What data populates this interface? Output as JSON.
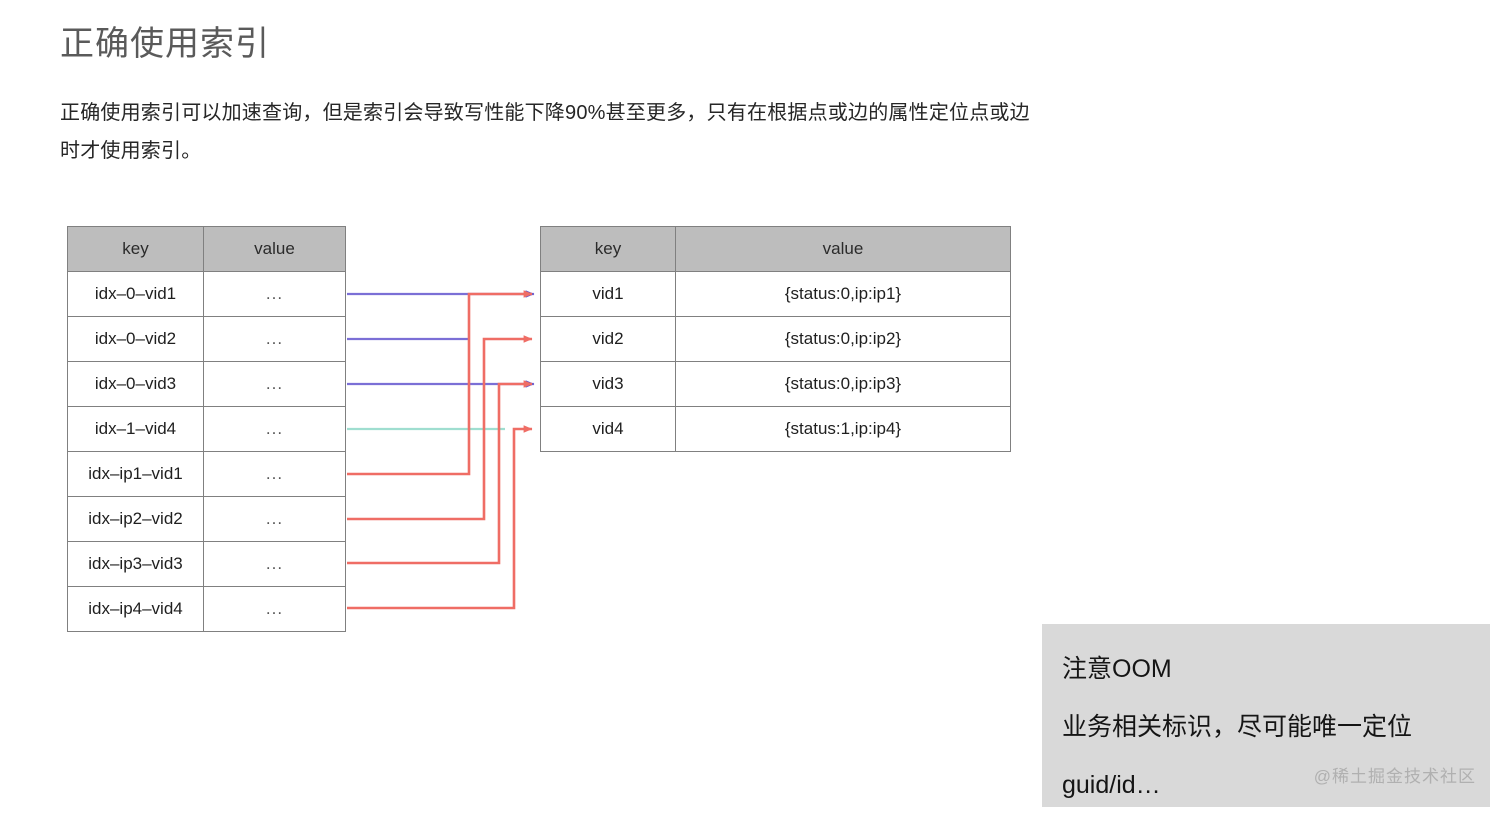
{
  "slide": {
    "title": "正确使用索引",
    "paragraph": "正确使用索引可以加速查询，但是索引会导致写性能下降90%甚至更多，只有在根据点或边的属性定位点或边时才使用索引。"
  },
  "index_table": {
    "name": "index-table",
    "headers": [
      "key",
      "value"
    ],
    "rows": [
      {
        "key": "idx–0–vid1",
        "value": "..."
      },
      {
        "key": "idx–0–vid2",
        "value": "..."
      },
      {
        "key": "idx–0–vid3",
        "value": "..."
      },
      {
        "key": "idx–1–vid4",
        "value": "..."
      },
      {
        "key": "idx–ip1–vid1",
        "value": "..."
      },
      {
        "key": "idx–ip2–vid2",
        "value": "..."
      },
      {
        "key": "idx–ip3–vid3",
        "value": "..."
      },
      {
        "key": "idx–ip4–vid4",
        "value": "..."
      }
    ]
  },
  "vertex_table": {
    "name": "vertex-table",
    "headers": [
      "key",
      "value"
    ],
    "rows": [
      {
        "key": "vid1",
        "value": "{status:0,ip:ip1}"
      },
      {
        "key": "vid2",
        "value": "{status:0,ip:ip2}"
      },
      {
        "key": "vid3",
        "value": "{status:0,ip:ip3}"
      },
      {
        "key": "vid4",
        "value": "{status:1,ip:ip4}"
      }
    ]
  },
  "connectors": {
    "tag_lines": [
      {
        "from": "idx–0–vid1",
        "to": "vid1",
        "color": "#7b6fd6"
      },
      {
        "from": "idx–0–vid2",
        "to": "vid2",
        "color": "#7b6fd6"
      },
      {
        "from": "idx–0–vid3",
        "to": "vid3",
        "color": "#7b6fd6"
      },
      {
        "from": "idx–1–vid4",
        "to": "vid4",
        "color": "#9fded0"
      }
    ],
    "ip_lines": [
      {
        "from": "idx–ip1–vid1",
        "to": "vid1",
        "color": "#ef6d65"
      },
      {
        "from": "idx–ip2–vid2",
        "to": "vid2",
        "color": "#ef6d65"
      },
      {
        "from": "idx–ip3–vid3",
        "to": "vid3",
        "color": "#ef6d65"
      },
      {
        "from": "idx–ip4–vid4",
        "to": "vid4",
        "color": "#ef6d65"
      }
    ],
    "arrow_color": "#ef6d65"
  },
  "callout": {
    "lines": [
      "注意OOM",
      "业务相关标识，尽可能唯一定位",
      "guid/id…"
    ],
    "background": "#d9d9d9"
  },
  "watermark": {
    "text": "@稀土掘金技术社区"
  }
}
